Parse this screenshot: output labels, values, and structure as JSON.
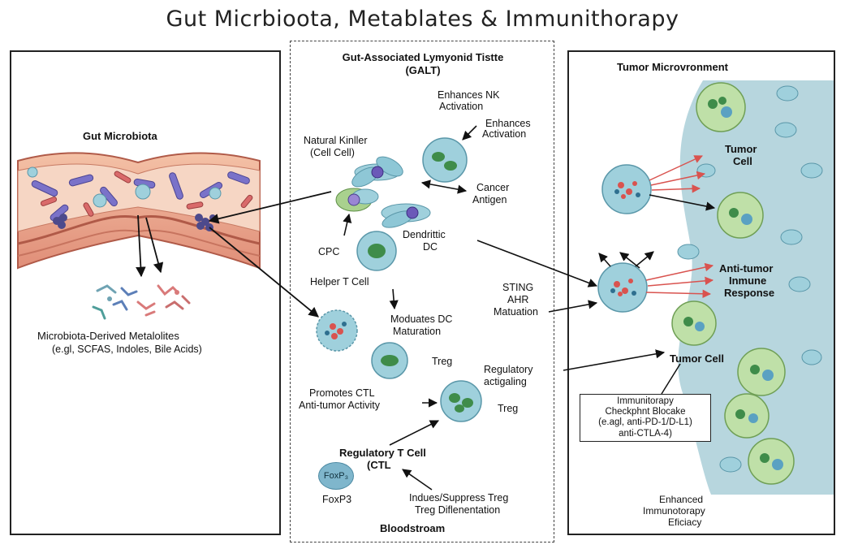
{
  "title": "Gut Micrbioota, Metablates & Immunithorapy",
  "gut_panel": {
    "heading": "Gut Microbiota",
    "metabolites_line1": "Microbiota-Derived Metalolites",
    "metabolites_line2": "(e.gl, SCFAS, Indoles, Bile Acids)"
  },
  "galt_panel": {
    "heading_line1": "Gut-Associated Lymyonid Tistte",
    "heading_line2": "(GALT)",
    "enhances_nk_line1": "Enhances NK",
    "enhances_nk_line2": "Activation",
    "enhances_act_line1": "Enhances",
    "enhances_act_line2": "Activation",
    "natural_killer_line1": "Natural Kinller",
    "natural_killer_line2": "(Cell Cell)",
    "cancer_antigen_line1": "Cancer",
    "cancer_antigen_line2": "Antigen",
    "cpc": "CPC",
    "dendritic_line1": "Dendrittic",
    "dendritic_line2": "DC",
    "helper_t": "Helper T Cell",
    "sting_line1": "STING",
    "sting_line2": "AHR",
    "sting_line3": "Matuation",
    "modulates_line1": "Moduates DC",
    "modulates_line2": "Maturation",
    "treg_1": "Treg",
    "regulatory_line1": "Regulatory",
    "regulatory_line2": "actigaling",
    "promotes_line1": "Promotes CTL",
    "promotes_line2": "Anti-tumor Activity",
    "treg_2": "Treg",
    "reg_t_cell_line1": "Regulatory T Cell",
    "reg_t_cell_line2": "(CTL",
    "foxp3_cell": "FoxP₃",
    "foxp3_label": "FoxP3",
    "induces_line1": "Indues/Suppress Treg",
    "induces_line2": "Treg Diflenentation",
    "bloodstream": "Bloodstroam"
  },
  "tumor_panel": {
    "heading": "Tumor Microvronment",
    "tumor_cell_line1": "Tumor",
    "tumor_cell_line2": "Cell",
    "anti_tumor_line1": "Anti-tumor",
    "anti_tumor_line2": "Inmune",
    "anti_tumor_line3": "Response",
    "tumor_cell_2": "Tumor Cell",
    "box_line1": "Immunitorapy",
    "box_line2": "Checkphnt Blocake",
    "box_line3": "(e.agl, anti-PD-1/D-L1)",
    "box_line4": "anti-CTLA-4)",
    "enhanced_line1": "Enhanced",
    "enhanced_line2": "Immunotorapy",
    "enhanced_line3": "Eficiacy"
  },
  "colors": {
    "cell_blue": "#7fb6cc",
    "cell_green": "#a9d18e",
    "tumor_fluid": "#aacfd8",
    "gut_tissue": "#e9a48f",
    "red_arrow": "#d9534f"
  }
}
